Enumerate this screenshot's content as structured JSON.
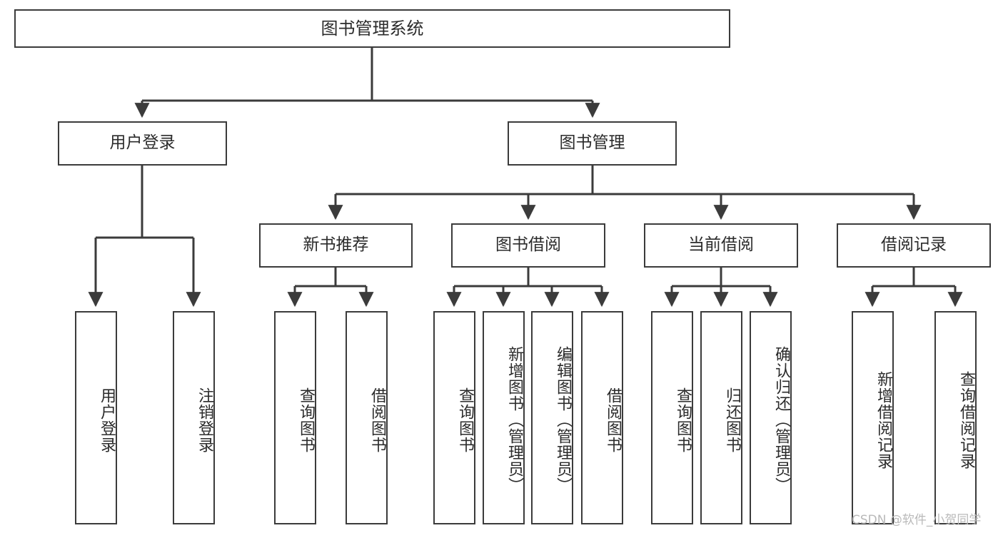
{
  "diagram": {
    "title": "图书管理系统",
    "type": "tree-hierarchy-chart",
    "root": {
      "label": "图书管理系统"
    },
    "level2": [
      {
        "label": "用户登录"
      },
      {
        "label": "图书管理"
      }
    ],
    "level3": [
      {
        "label": "新书推荐"
      },
      {
        "label": "图书借阅"
      },
      {
        "label": "当前借阅"
      },
      {
        "label": "借阅记录"
      }
    ],
    "leaves": {
      "user_login": [
        {
          "label": "用户登录"
        },
        {
          "label": "注销登录"
        }
      ],
      "new_book_recommend": [
        {
          "label": "查询图书"
        },
        {
          "label": "借阅图书"
        }
      ],
      "book_borrow": [
        {
          "label": "查询图书"
        },
        {
          "label": "新增图书（管理员）"
        },
        {
          "label": "编辑图书（管理员）"
        },
        {
          "label": "借阅图书"
        }
      ],
      "current_borrow": [
        {
          "label": "查询图书"
        },
        {
          "label": "归还图书"
        },
        {
          "label": "确认归还（管理员）"
        }
      ],
      "borrow_record": [
        {
          "label": "新增借阅记录"
        },
        {
          "label": "查询借阅记录"
        }
      ]
    }
  },
  "watermark": {
    "text": "CSDN @软件_小贺同学"
  },
  "colors": {
    "stroke": "#3b3b3b",
    "box_fill": "#ffffff",
    "text": "#2b2b2b",
    "watermark": "#b9b9b9",
    "background": "#ffffff"
  }
}
